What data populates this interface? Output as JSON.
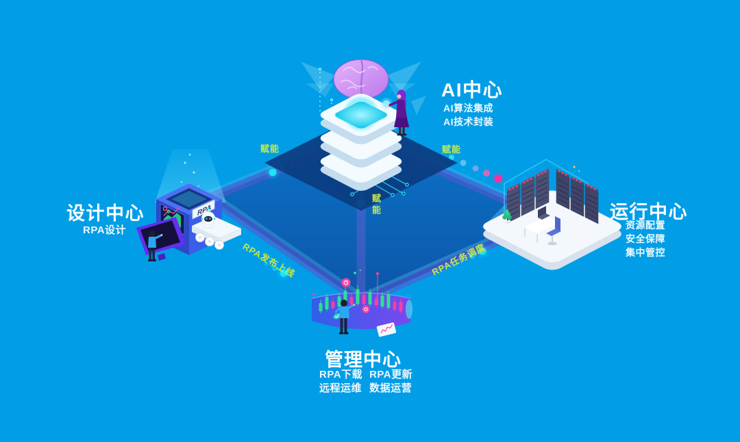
{
  "colors": {
    "background": "#019ee7",
    "diamond_top": "#0a73c8",
    "diamond_bottom": "#0d55a8",
    "connection_band": "#5e55cf",
    "edge_label_text": "#c6e84d",
    "glow_cyan": "#19e6f7",
    "glow_pink": "#ff2fa0",
    "title_text": "#ffffff"
  },
  "nodes": {
    "ai": {
      "title": "AI中心",
      "features": [
        "AI算法集成",
        "AI技术封装"
      ]
    },
    "design": {
      "title": "设计中心",
      "features": [
        "RPA设计"
      ]
    },
    "operation": {
      "title": "运行中心",
      "features": [
        "资源配置",
        "安全保障",
        "集中管控"
      ]
    },
    "management": {
      "title": "管理中心",
      "features": [
        "RPA下载",
        "RPA更新",
        "远程运维",
        "数据运营"
      ]
    }
  },
  "edge_labels": {
    "design_to_ai": "赋能",
    "ai_to_operation": "赋能",
    "ai_to_management": "赋能",
    "design_to_management": "RPA发布上线",
    "management_to_operation": "RPA任务调度"
  },
  "illustration_text": {
    "machine_plate": "RPA"
  }
}
